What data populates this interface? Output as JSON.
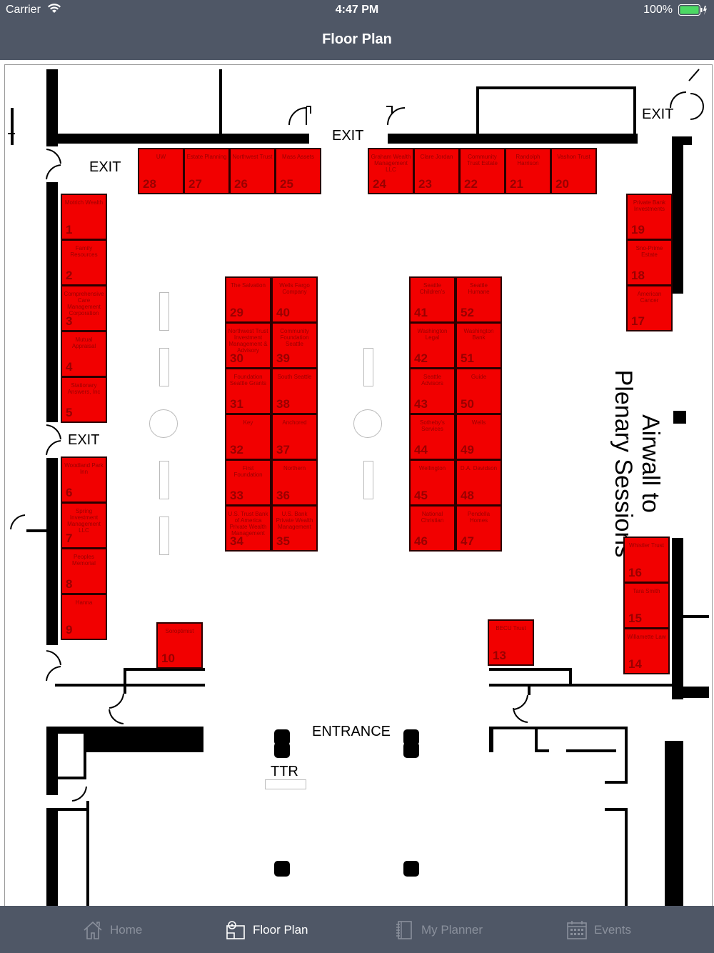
{
  "status": {
    "carrier": "Carrier",
    "time": "4:47 PM",
    "battery": "100%"
  },
  "nav": {
    "title": "Floor Plan"
  },
  "floorplan": {
    "labels": {
      "exit": "EXIT",
      "entrance": "ENTRANCE",
      "ttr": "TTR",
      "airwall_line1": "Airwall to",
      "airwall_line2": "Plenary Sessions"
    },
    "booths": [
      {
        "number": "1",
        "name": "Motrich Wealth"
      },
      {
        "number": "2",
        "name": "Family Resources"
      },
      {
        "number": "3",
        "name": "Comprehensive Care Management Corporation"
      },
      {
        "number": "4",
        "name": "Mutual Appraisal"
      },
      {
        "number": "5",
        "name": "Stationary Answers, Inc"
      },
      {
        "number": "6",
        "name": "Woodland Park Inn"
      },
      {
        "number": "7",
        "name": "Spring Investment Management LLC"
      },
      {
        "number": "8",
        "name": "Peoples Memorial"
      },
      {
        "number": "9",
        "name": "Hanna"
      },
      {
        "number": "10",
        "name": "Soroptimist"
      },
      {
        "number": "13",
        "name": "BECU Trust"
      },
      {
        "number": "14",
        "name": "Willamette Law"
      },
      {
        "number": "15",
        "name": "Tara Smith"
      },
      {
        "number": "16",
        "name": "Whistler Trust"
      },
      {
        "number": "17",
        "name": "American Cancer"
      },
      {
        "number": "18",
        "name": "Sno-Prime Estate"
      },
      {
        "number": "19",
        "name": "Private Bank Investments"
      },
      {
        "number": "20",
        "name": "Vashon Trust"
      },
      {
        "number": "21",
        "name": "Randolph Harrison"
      },
      {
        "number": "22",
        "name": "Community Trust Estate"
      },
      {
        "number": "23",
        "name": "Clare Jordan"
      },
      {
        "number": "24",
        "name": "Graham Wealth Management LLC"
      },
      {
        "number": "25",
        "name": "Mass Assets"
      },
      {
        "number": "26",
        "name": "Northwest Trust"
      },
      {
        "number": "27",
        "name": "Estate Planning"
      },
      {
        "number": "28",
        "name": "UW"
      },
      {
        "number": "29",
        "name": "The Salvation"
      },
      {
        "number": "30",
        "name": "Northwest Trust Investment Management & Advisory"
      },
      {
        "number": "31",
        "name": "Foundation Seattle Grants"
      },
      {
        "number": "32",
        "name": "Key"
      },
      {
        "number": "33",
        "name": "First Foundation"
      },
      {
        "number": "34",
        "name": "U.S. Trust Bank of America Private Wealth Management"
      },
      {
        "number": "35",
        "name": "U.S. Bank Private Wealth Management"
      },
      {
        "number": "36",
        "name": "Northern"
      },
      {
        "number": "37",
        "name": "Anchored"
      },
      {
        "number": "38",
        "name": "South Seattle"
      },
      {
        "number": "39",
        "name": "Community Foundation Seattle"
      },
      {
        "number": "40",
        "name": "Wells Fargo Company"
      },
      {
        "number": "41",
        "name": "Seattle Children's"
      },
      {
        "number": "42",
        "name": "Washington Legal"
      },
      {
        "number": "43",
        "name": "Seattle Advisors"
      },
      {
        "number": "44",
        "name": "Sotheby's Services"
      },
      {
        "number": "45",
        "name": "Wellington"
      },
      {
        "number": "46",
        "name": "National Christian"
      },
      {
        "number": "47",
        "name": "Pendella Homes"
      },
      {
        "number": "48",
        "name": "D.A. Davidson"
      },
      {
        "number": "49",
        "name": "Wells"
      },
      {
        "number": "50",
        "name": "Guide"
      },
      {
        "number": "51",
        "name": "Washington Bank"
      },
      {
        "number": "52",
        "name": "Seattle Humane"
      }
    ]
  },
  "tabs": [
    {
      "label": "Home",
      "icon": "home-icon",
      "active": false
    },
    {
      "label": "Floor Plan",
      "icon": "floor-plan-icon",
      "active": true
    },
    {
      "label": "My Planner",
      "icon": "planner-icon",
      "active": false
    },
    {
      "label": "Events",
      "icon": "calendar-icon",
      "active": false
    }
  ],
  "colors": {
    "bar": "#4f5766",
    "booth": "#f20000",
    "tab_inactive": "#8a909c",
    "tab_active": "#ffffff"
  }
}
